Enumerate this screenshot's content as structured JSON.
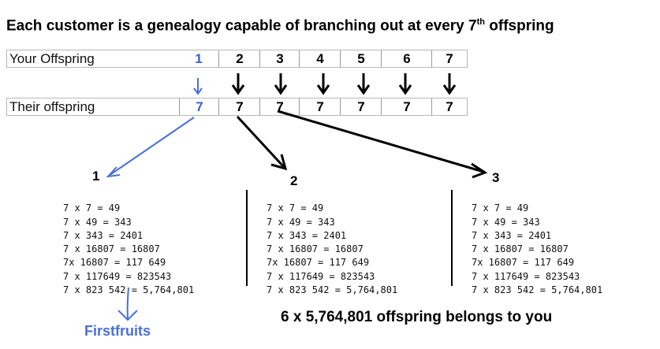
{
  "title": {
    "text": "Each customer is a genealogy capable of branching out at every 7",
    "sup": "th",
    "suffix": " offspring"
  },
  "your_row": {
    "label": "Your Offspring",
    "cells": [
      "1",
      "2",
      "3",
      "4",
      "5",
      "6",
      "7"
    ]
  },
  "their_row": {
    "label": "Their offspring",
    "cells": [
      "7",
      "7",
      "7",
      "7",
      "7",
      "7",
      "7"
    ]
  },
  "colors": {
    "accent_blue": "#4a6fd8",
    "text": "#000000"
  },
  "branches": [
    {
      "number": "1",
      "lines": [
        "7 x 7 = 49",
        "7 x 49 = 343",
        "7 x 343 = 2401",
        "7 x 16807 = 16807",
        "7x 16807 = 117 649",
        "7 x 117649 = 823543",
        "7 x 823 542 = 5,764,801"
      ]
    },
    {
      "number": "2",
      "lines": [
        "7 x 7 = 49",
        "7 x 49 = 343",
        "7 x 343 = 2401",
        "7 x 16807 = 16807",
        "7x 16807 = 117 649",
        "7 x 117649 = 823543",
        "7 x 823 542 = 5,764,801"
      ]
    },
    {
      "number": "3",
      "lines": [
        "7 x 7 = 49",
        "7 x 49 = 343",
        "7 x 343 = 2401",
        "7 x 16807 = 16807",
        "7x 16807 = 117 649",
        "7 x 117649 = 823543",
        "7 x 823 542 = 5,764,801"
      ]
    }
  ],
  "firstfruits": "Firstfruits",
  "total": "6 x  5,764,801 offspring belongs to you"
}
